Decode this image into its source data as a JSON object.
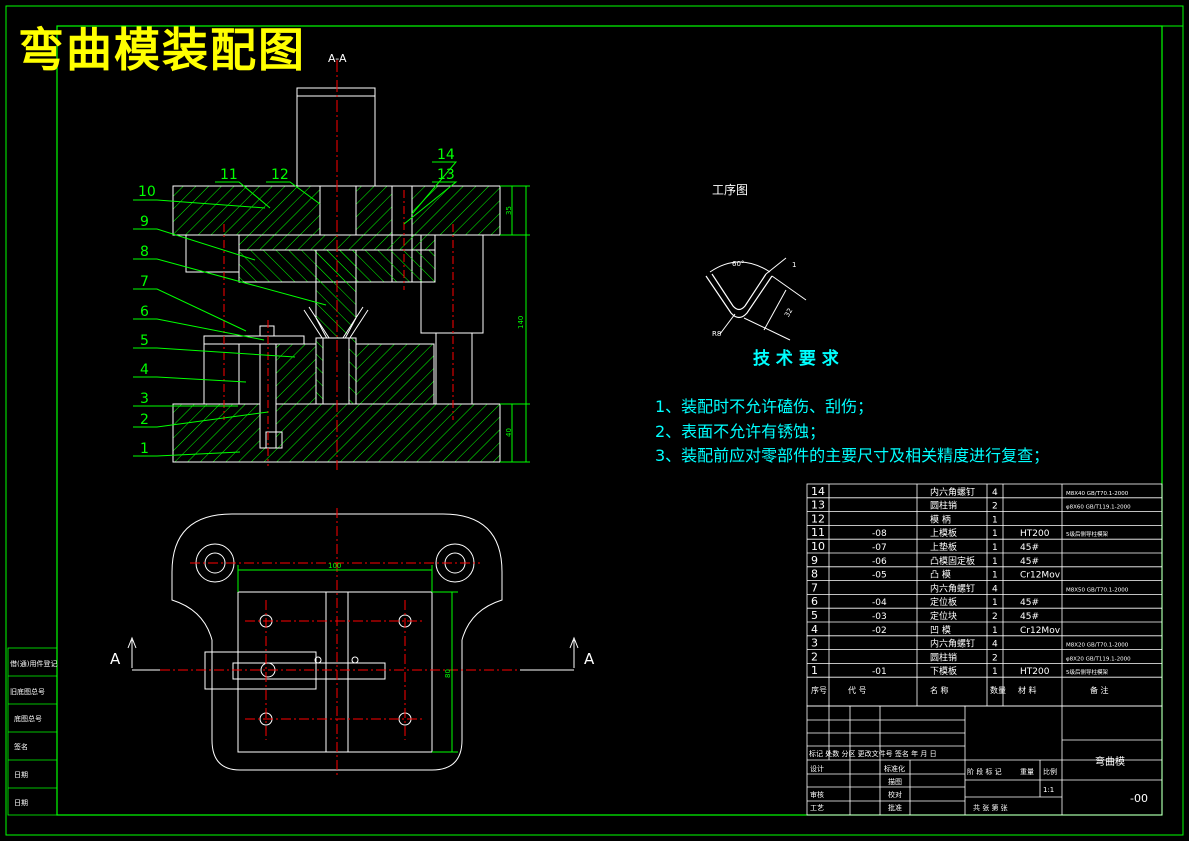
{
  "title": "弯曲模装配图",
  "section_top_label": "A-A",
  "section_side_label": "A",
  "process_title": "工序图",
  "process_dims": {
    "angle": "60°",
    "thickness": "1",
    "length": "32",
    "radius": "R8"
  },
  "tech_title": "技 术 要 求",
  "tech_reqs": [
    "1、装配时不允许磕伤、刮伤；",
    "2、表面不允许有锈蚀；",
    "3、装配前应对零部件的主要尺寸及相关精度进行复查；"
  ],
  "part_labels": [
    "1",
    "2",
    "3",
    "4",
    "5",
    "6",
    "7",
    "8",
    "9",
    "10",
    "11",
    "12",
    "13",
    "14"
  ],
  "dims": {
    "upper_plate": "35",
    "total_height": "140",
    "lower_plate": "40",
    "plan_width": "100",
    "plan_height": "80"
  },
  "bom": [
    {
      "no": "14",
      "code": "",
      "name": "内六角螺钉",
      "qty": "4",
      "mat": "",
      "note": "M8X40 GB/T70.1-2000"
    },
    {
      "no": "13",
      "code": "",
      "name": "圆柱销",
      "qty": "2",
      "mat": "",
      "note": "φ8X60 GB/T119.1-2000"
    },
    {
      "no": "12",
      "code": "",
      "name": "模 柄",
      "qty": "1",
      "mat": "",
      "note": ""
    },
    {
      "no": "11",
      "code": "-08",
      "name": "上模板",
      "qty": "1",
      "mat": "HT200",
      "note": "5级后侧导柱模架"
    },
    {
      "no": "10",
      "code": "-07",
      "name": "上垫板",
      "qty": "1",
      "mat": "45#",
      "note": ""
    },
    {
      "no": "9",
      "code": "-06",
      "name": "凸模固定板",
      "qty": "1",
      "mat": "45#",
      "note": ""
    },
    {
      "no": "8",
      "code": "-05",
      "name": "凸 模",
      "qty": "1",
      "mat": "Cr12Mov",
      "note": ""
    },
    {
      "no": "7",
      "code": "",
      "name": "内六角螺钉",
      "qty": "4",
      "mat": "",
      "note": "M8X50 GB/T70.1-2000"
    },
    {
      "no": "6",
      "code": "-04",
      "name": "定位板",
      "qty": "1",
      "mat": "45#",
      "note": ""
    },
    {
      "no": "5",
      "code": "-03",
      "name": "定位块",
      "qty": "2",
      "mat": "45#",
      "note": ""
    },
    {
      "no": "4",
      "code": "-02",
      "name": "凹 模",
      "qty": "1",
      "mat": "Cr12Mov",
      "note": ""
    },
    {
      "no": "3",
      "code": "",
      "name": "内六角螺钉",
      "qty": "4",
      "mat": "",
      "note": "M8X20 GB/T70.1-2000"
    },
    {
      "no": "2",
      "code": "",
      "name": "圆柱销",
      "qty": "2",
      "mat": "",
      "note": "φ8X20 GB/T119.1-2000"
    },
    {
      "no": "1",
      "code": "-01",
      "name": "下模板",
      "qty": "1",
      "mat": "HT200",
      "note": "5级后侧导柱模架"
    }
  ],
  "bom_header": {
    "no": "序号",
    "code": "代 号",
    "name": "名 称",
    "qty": "数量",
    "mat": "材 料",
    "note": "备 注"
  },
  "title_block": {
    "rev_row": "标记 处数 分区 更改文件号 签名 年 月 日",
    "design": "设计",
    "standard": "标准化",
    "review": "审核",
    "process": "工艺",
    "approve": "批准",
    "drawn": "描图",
    "check": "校对",
    "stage": "阶 段 标 记",
    "weight": "重量",
    "scale_label": "比例",
    "scale": "1:1",
    "sheets": "共 张 第 张",
    "drawing_name": "弯曲模",
    "drawing_no": "-00"
  },
  "side_block": [
    "借(通)用件登记",
    "旧底图总号",
    "底图总号",
    "签名",
    "日期",
    "日期"
  ],
  "colors": {
    "border": "#00ff00",
    "line": "#ffffff",
    "center": "#ff0000",
    "text_cyan": "#00ffff",
    "title": "#ffff00"
  }
}
